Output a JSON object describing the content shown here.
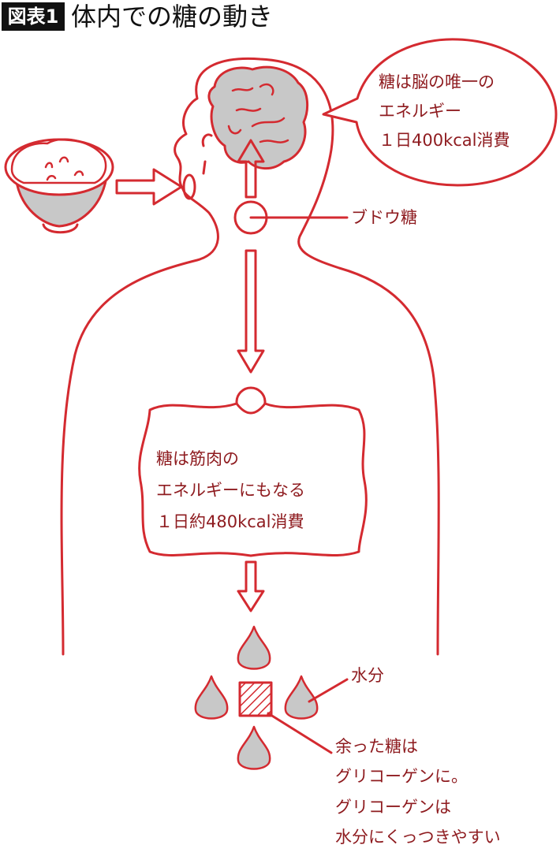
{
  "header": {
    "badge": "図表1",
    "title": "体内での糖の動き"
  },
  "brain_bubble": {
    "lines": [
      "糖は脳の唯一の",
      "エネルギー",
      "１日400kcal消費"
    ]
  },
  "glucose_label": "ブドウ糖",
  "muscle_box": {
    "lines": [
      "糖は筋肉の",
      "エネルギーにもなる",
      "１日約480kcal消費"
    ]
  },
  "water_label": "水分",
  "glycogen_note": {
    "lines": [
      "余った糖は",
      "グリコーゲンに。",
      "グリコーゲンは",
      "水分にくっつきやすい"
    ]
  },
  "colors": {
    "line": "#d42a30",
    "text": "#8e1b1f",
    "fill_gray": "#c8c8c8"
  }
}
